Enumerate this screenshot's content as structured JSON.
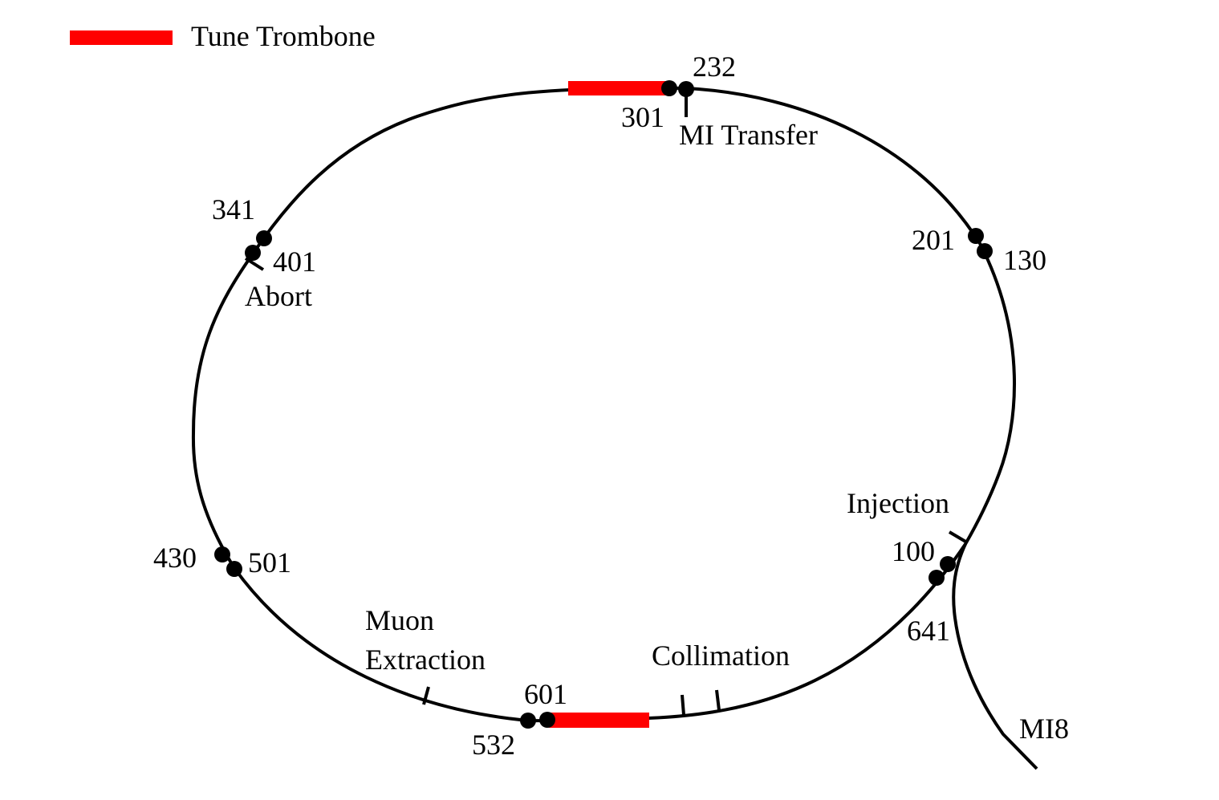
{
  "legend": {
    "label": "Tune Trombone",
    "color": "#ff0000"
  },
  "colors": {
    "ring": "#000000",
    "trombone": "#ff0000",
    "marker": "#000000"
  },
  "regions": {
    "mi_transfer": "MI Transfer",
    "abort": "Abort",
    "injection": "Injection",
    "muon_extraction_line1": "Muon",
    "muon_extraction_line2": "Extraction",
    "collimation": "Collimation",
    "mi8": "MI8"
  },
  "stations": {
    "s232": "232",
    "s301": "301",
    "s341": "341",
    "s401": "401",
    "s201": "201",
    "s130": "130",
    "s430": "430",
    "s501": "501",
    "s100": "100",
    "s641": "641",
    "s601": "601",
    "s532": "532"
  }
}
